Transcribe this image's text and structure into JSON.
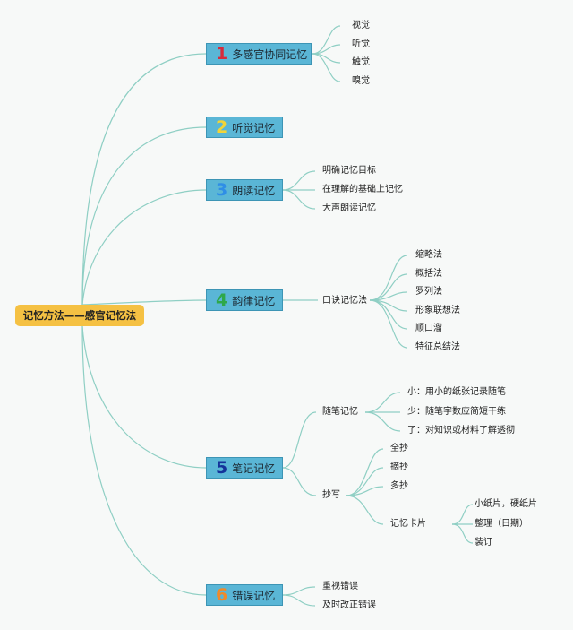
{
  "root": "记忆方法——感官记忆法",
  "branches": [
    {
      "num": "1",
      "label": "多感官协同记忆",
      "num_color": "#d62b3c",
      "leaves": [
        "视觉",
        "听觉",
        "触觉",
        "嗅觉"
      ]
    },
    {
      "num": "2",
      "label": "听觉记忆",
      "num_color": "#f2d437",
      "leaves": []
    },
    {
      "num": "3",
      "label": "朗读记忆",
      "num_color": "#2f8ee6",
      "leaves": [
        "明确记忆目标",
        "在理解的基础上记忆",
        "大声朗读记忆"
      ]
    },
    {
      "num": "4",
      "label": "韵律记忆",
      "num_color": "#2ea84a",
      "sub": "口诀记忆法",
      "sub_leaves": [
        "缩略法",
        "概括法",
        "罗列法",
        "形象联想法",
        "顺口溜",
        "特征总结法"
      ]
    },
    {
      "num": "5",
      "label": "笔记记忆",
      "num_color": "#14339a",
      "sub1": "随笔记忆",
      "sub1_leaves": [
        "小：用小的纸张记录随笔",
        "少：随笔字数应简短干练",
        "了：对知识或材料了解透彻"
      ],
      "sub2": "抄写",
      "sub2_leaves": [
        "全抄",
        "摘抄",
        "多抄"
      ],
      "sub3": "记忆卡片",
      "sub3_leaves": [
        "小纸片，硬纸片",
        "整理（日期）",
        "装订"
      ]
    },
    {
      "num": "6",
      "label": "错误记忆",
      "num_color": "#f08a2a",
      "leaves": [
        "重视错误",
        "及时改正错误"
      ]
    }
  ]
}
